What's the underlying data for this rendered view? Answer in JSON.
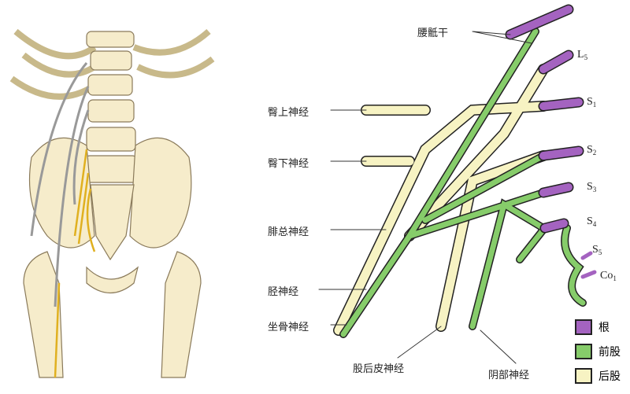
{
  "colors": {
    "root": "#a463c0",
    "anterior": "#86cc6a",
    "posterior": "#f7f3c3"
  },
  "labels": {
    "lumbosacral_trunk": "腰骶干",
    "superior_gluteal": "臀上神经",
    "inferior_gluteal": "臀下神经",
    "common_peroneal": "腓总神经",
    "tibial": "胫神经",
    "sciatic": "坐骨神经",
    "posterior_femoral_cutaneous": "股后皮神经",
    "pudendal": "阴部神经"
  },
  "roots": [
    {
      "letter": "L",
      "num": "5"
    },
    {
      "letter": "S",
      "num": "1"
    },
    {
      "letter": "S",
      "num": "2"
    },
    {
      "letter": "S",
      "num": "3"
    },
    {
      "letter": "S",
      "num": "4"
    },
    {
      "letter": "S",
      "num": "5"
    },
    {
      "letter": "Co",
      "num": "1"
    }
  ],
  "legend": [
    {
      "label": "根"
    },
    {
      "label": "前股"
    },
    {
      "label": "后股"
    }
  ]
}
